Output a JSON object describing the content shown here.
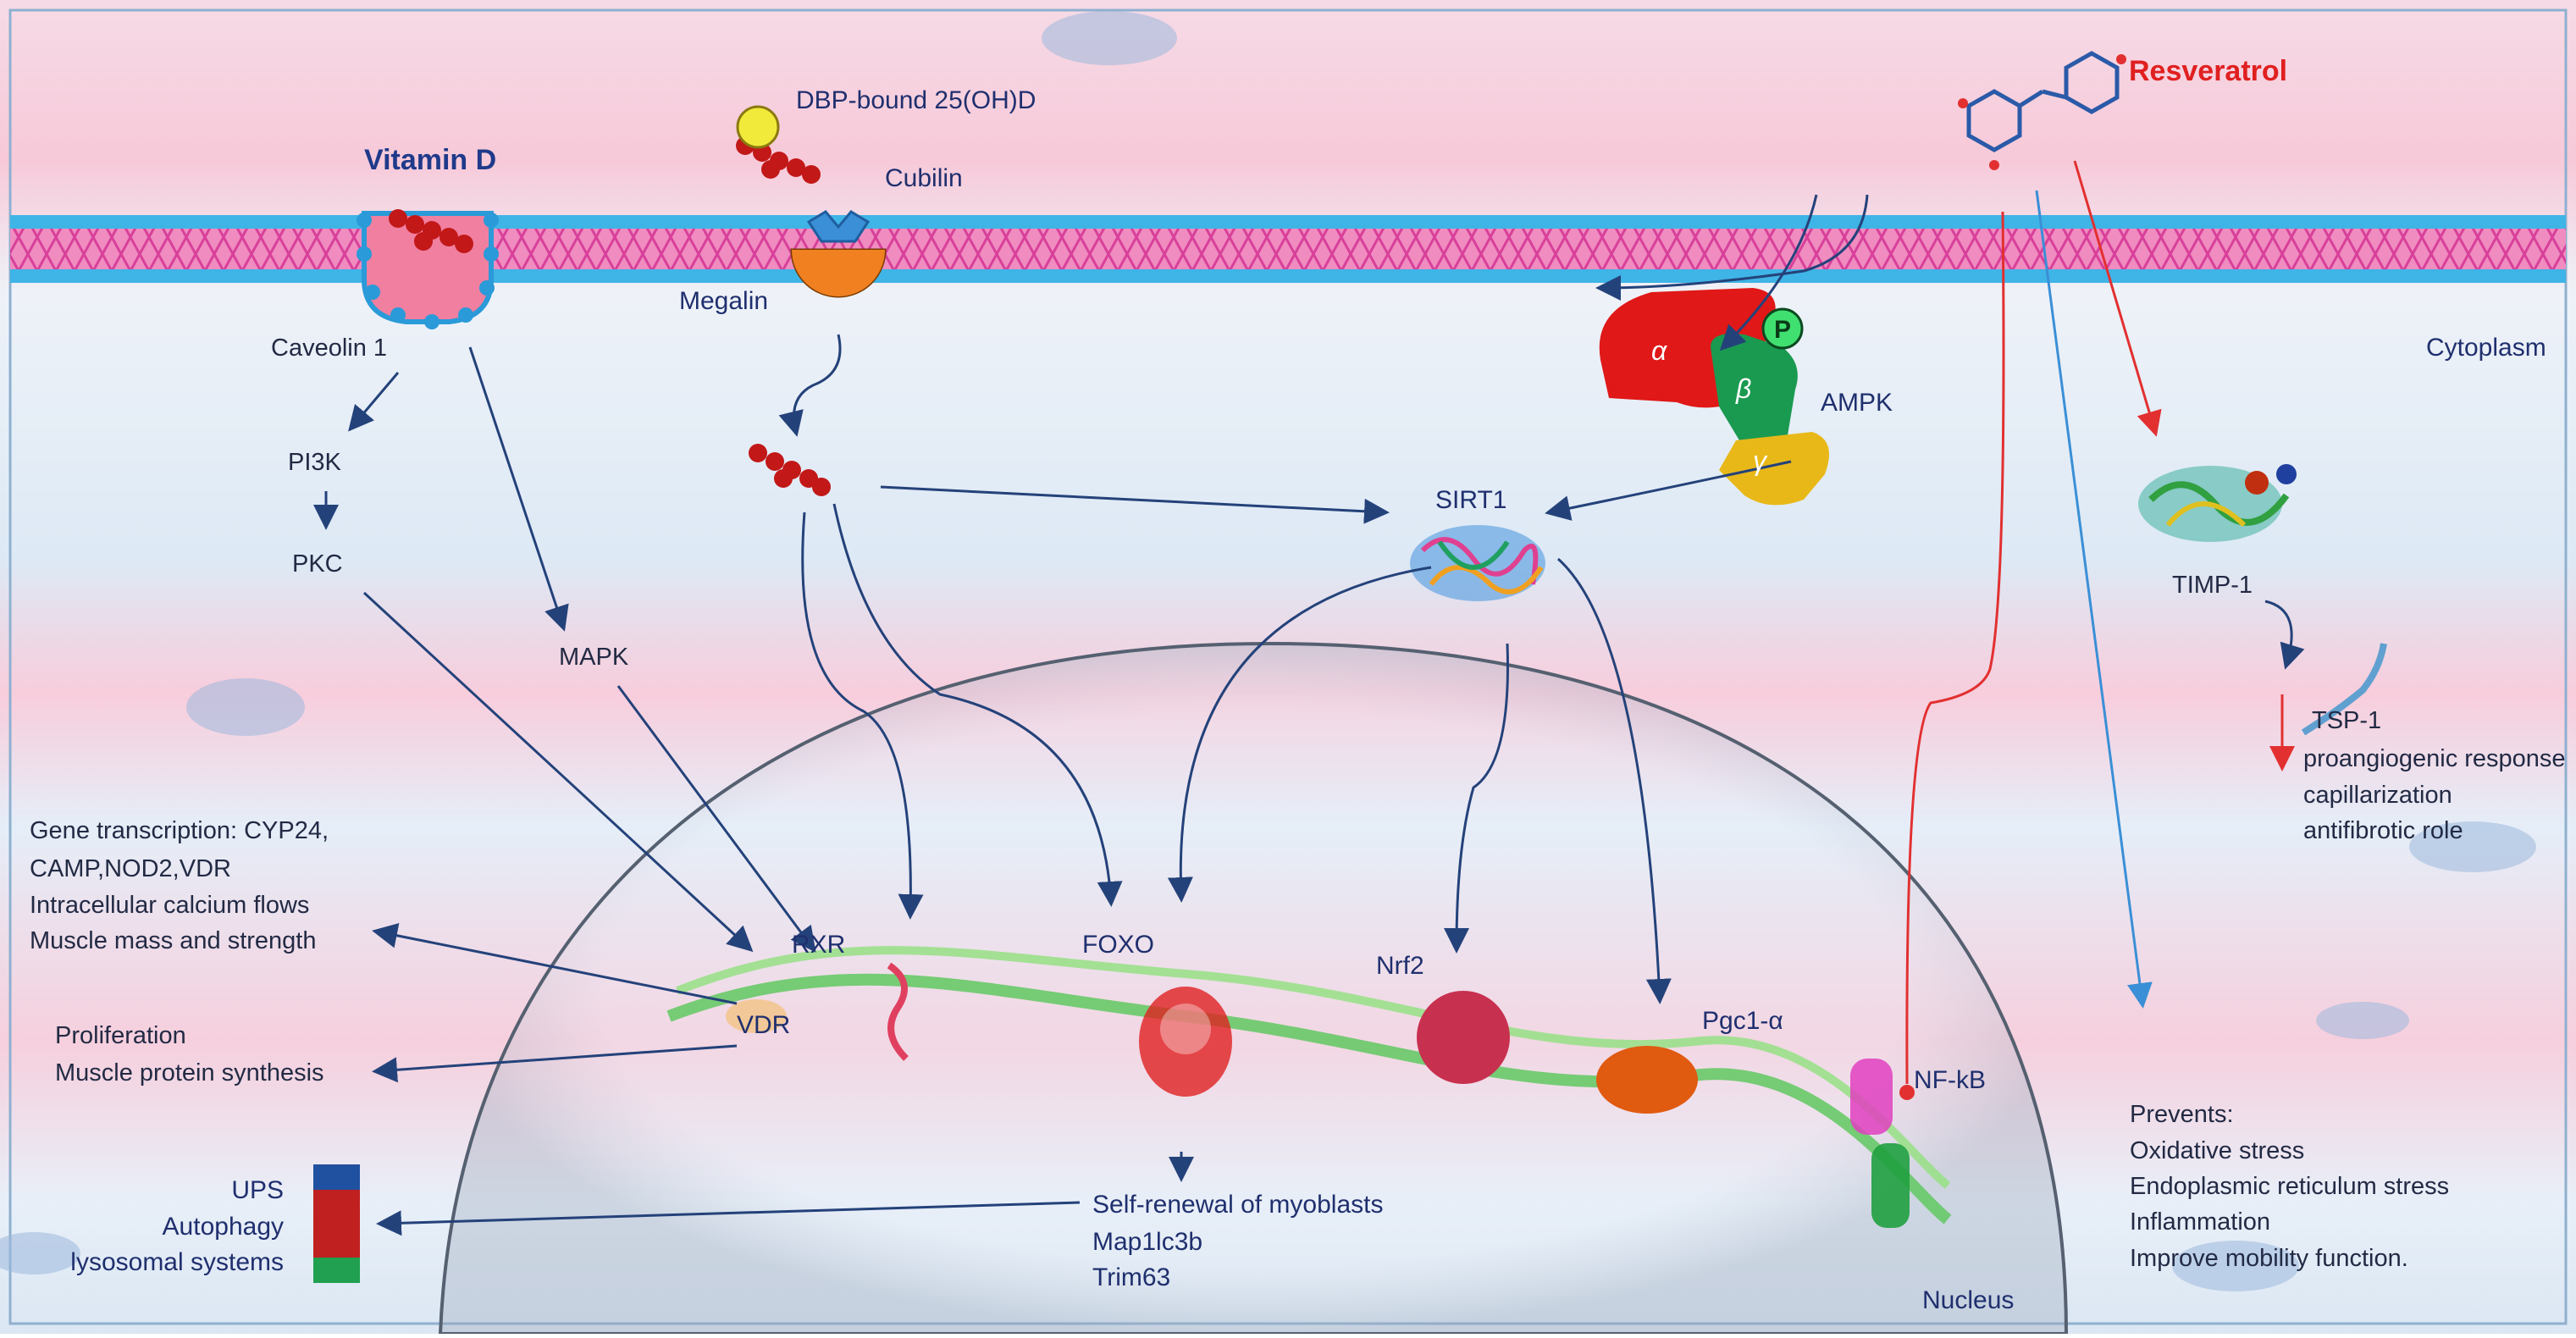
{
  "labels": {
    "vitamin_d": "Vitamin D",
    "dbp": "DBP-bound 25(OH)D",
    "cubilin": "Cubilin",
    "megalin": "Megalin",
    "caveolin": "Caveolin 1",
    "resveratrol": "Resveratrol",
    "cytoplasm": "Cytoplasm",
    "ampk": "AMPK",
    "p": "P",
    "alpha": "α",
    "beta": "β",
    "gamma": "γ",
    "pi3k": "PI3K",
    "pkc": "PKC",
    "mapk": "MAPK",
    "sirt1": "SIRT1",
    "timp1": "TIMP-1",
    "tsp1": "TSP-1",
    "rxr": "RXR",
    "vdr": "VDR",
    "foxo": "FOXO",
    "nrf2": "Nrf2",
    "pgc1a": "Pgc1-α",
    "nfkb": "NF-kB",
    "nucleus": "Nucleus"
  },
  "texts": {
    "gene_transcription": [
      "Gene transcription: CYP24,",
      "CAMP,NOD2,VDR",
      "Intracellular calcium flows",
      "Muscle mass and strength"
    ],
    "proliferation": [
      "Proliferation",
      "Muscle protein synthesis"
    ],
    "ups": [
      "UPS",
      "Autophagy",
      "lysosomal systems"
    ],
    "self_renewal": [
      "Self-renewal of myoblasts",
      "Map1lc3b",
      "Trim63"
    ],
    "tsp_effects": [
      "proangiogenic response",
      "capillarization",
      "antifibrotic role"
    ],
    "prevents": [
      "Prevents:",
      "Oxidative stress",
      "Endoplasmic reticulum stress",
      "Inflammation",
      "Improve mobility function."
    ]
  },
  "colors": {
    "arrow_blue": "#24427a",
    "arrow_red": "#e23030",
    "arrow_light_blue": "#3a8fd6",
    "membrane_pink": "#e860a8",
    "membrane_blue": "#3fb4e6"
  }
}
